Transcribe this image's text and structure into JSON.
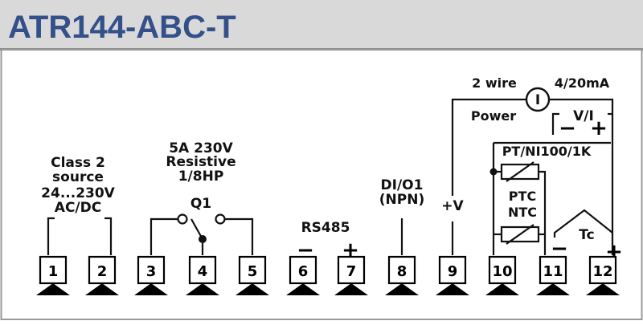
{
  "header": {
    "title": "ATR144-ABC-T"
  },
  "supply": {
    "line1": "Class 2",
    "line2": "source",
    "line3": "24...230V",
    "line4": "AC/DC"
  },
  "relay": {
    "line1": "5A 230V",
    "line2": "Resistive",
    "line3": "1/8HP",
    "name": "Q1"
  },
  "rs485": {
    "label": "RS485",
    "minus": "−",
    "plus": "+"
  },
  "digital": {
    "line1": "DI/O1",
    "line2": "(NPN)"
  },
  "power": {
    "plus_v": "+V",
    "two_wire": "2 wire",
    "power": "Power",
    "meter_symbol": "I",
    "current": "4/20mA",
    "vi": "V/I",
    "vi_minus": "−",
    "vi_plus": "+"
  },
  "sensors": {
    "pt": "PT/NI100/1K",
    "ptc": "PTC",
    "ntc": "NTC",
    "tc": "Tc",
    "tc_minus": "−",
    "tc_plus": "+"
  },
  "terminals": [
    "1",
    "2",
    "3",
    "4",
    "5",
    "6",
    "7",
    "8",
    "9",
    "10",
    "11",
    "12"
  ],
  "colors": {
    "header_bg": "#d9d9d9",
    "title": "#33508a",
    "border": "#9a9a9a"
  }
}
